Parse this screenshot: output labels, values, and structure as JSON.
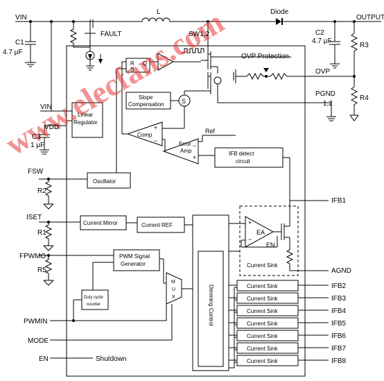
{
  "labels": {
    "vin_top": "VIN",
    "inductor": "L",
    "diode": "Diode",
    "output": "OUTPUT",
    "fault": "FAULT",
    "sw12": "SW1,2",
    "c1": "C1",
    "c1_val": "4.7 µF",
    "c2": "C2",
    "c2_val": "4.7 µF",
    "r3": "R3",
    "r4": "R4",
    "ovp_protection": "OVP Protection",
    "ovp": "OVP",
    "pgnd": "PGND",
    "pgnd_pins": "1,2",
    "vin_left": "VIN",
    "vdd": "VDD",
    "c3": "C3",
    "c3_val": "1 µF",
    "fsw": "FSW",
    "r2": "R2",
    "iset": "ISET",
    "r1": "R1",
    "fpwmo": "FPWMO",
    "r5": "R5",
    "pwmin": "PWMIN",
    "mode": "MODE",
    "en_pin": "EN",
    "shutdown": "Shutdown",
    "ifb1": "IFB1",
    "agnd": "AGND",
    "ea": "EA",
    "en_inner": "EN",
    "ref": "Ref",
    "latch_r": "R",
    "latch_s": "S",
    "latch_q": "Q",
    "sum": "S",
    "plus": "+",
    "minus": "−"
  },
  "blocks": {
    "linear_regulator": [
      "Linear",
      "Regulator"
    ],
    "slope_comp": [
      "Slope",
      "Compensation"
    ],
    "comp": "Comp",
    "error_amp": [
      "Error",
      "Amp"
    ],
    "ifb_detect": [
      "IFB detect",
      "circuit"
    ],
    "oscillator": "Oscillator",
    "current_mirror": "Current Mirror",
    "current_ref": "Current REF",
    "pwm_gen": [
      "PWM Signal",
      "Generator"
    ],
    "duty_counter": [
      "Duty cycle",
      "counter"
    ],
    "mux": [
      "M",
      "U",
      "X"
    ],
    "dimming": "Dimming Control",
    "current_sink": "Current Sink"
  },
  "current_sinks": [
    {
      "pin": "IFB2",
      "label": "Current Sink"
    },
    {
      "pin": "IFB3",
      "label": "Current Sink"
    },
    {
      "pin": "IFB4",
      "label": "Current Sink"
    },
    {
      "pin": "IFB5",
      "label": "Current Sink"
    },
    {
      "pin": "IFB6",
      "label": "Current Sink"
    },
    {
      "pin": "IFB7",
      "label": "Current Sink"
    },
    {
      "pin": "IFB8",
      "label": "Current Sink"
    }
  ],
  "watermark": "www.elecfans.com",
  "colors": {
    "ink": "#000000",
    "watermark": "#e83a3a",
    "background": "#ffffff"
  }
}
